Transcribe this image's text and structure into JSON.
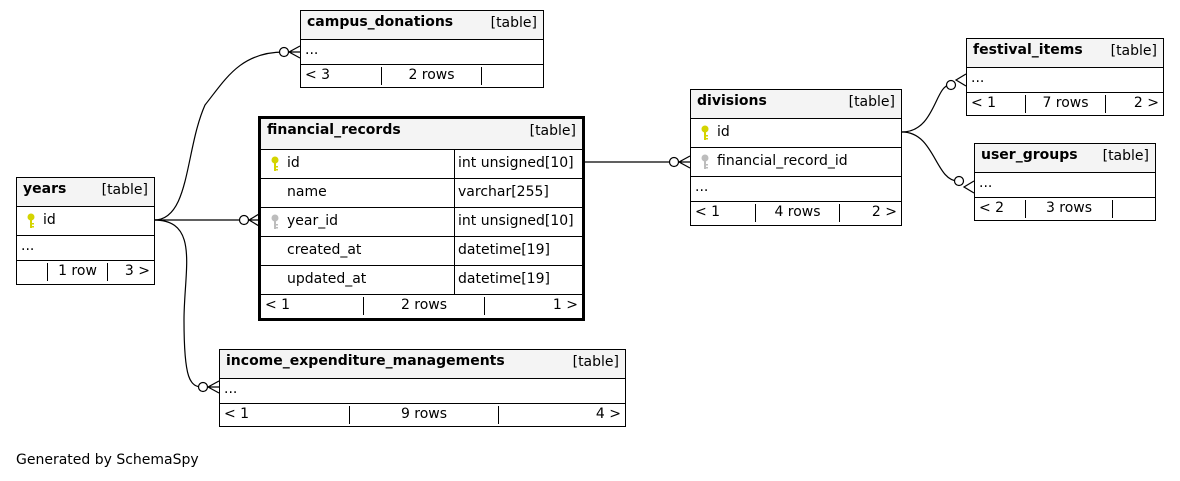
{
  "tables": {
    "years": {
      "name": "years",
      "type": "[table]",
      "columns": [
        {
          "name": "id",
          "key": "primary"
        }
      ],
      "ellipsis": "...",
      "footer": [
        "",
        "1 row",
        "3 >"
      ]
    },
    "financial_records": {
      "name": "financial_records",
      "type": "[table]",
      "columns": [
        {
          "name": "id",
          "datatype": "int unsigned[10]",
          "key": "primary"
        },
        {
          "name": "name",
          "datatype": "varchar[255]"
        },
        {
          "name": "year_id",
          "datatype": "int unsigned[10]",
          "key": "foreign"
        },
        {
          "name": "created_at",
          "datatype": "datetime[19]"
        },
        {
          "name": "updated_at",
          "datatype": "datetime[19]"
        }
      ],
      "footer": [
        "< 1",
        "2 rows",
        "1 >"
      ]
    },
    "campus_donations": {
      "name": "campus_donations",
      "type": "[table]",
      "ellipsis": "...",
      "footer": [
        "< 3",
        "2 rows",
        ""
      ]
    },
    "income_expenditure_managements": {
      "name": "income_expenditure_managements",
      "type": "[table]",
      "ellipsis": "...",
      "footer": [
        "< 1",
        "9 rows",
        "4 >"
      ]
    },
    "divisions": {
      "name": "divisions",
      "type": "[table]",
      "columns": [
        {
          "name": "id",
          "key": "primary"
        },
        {
          "name": "financial_record_id",
          "key": "foreign"
        }
      ],
      "ellipsis": "...",
      "footer": [
        "< 1",
        "4 rows",
        "2 >"
      ]
    },
    "festival_items": {
      "name": "festival_items",
      "type": "[table]",
      "ellipsis": "...",
      "footer": [
        "< 1",
        "7 rows",
        "2 >"
      ]
    },
    "user_groups": {
      "name": "user_groups",
      "type": "[table]",
      "ellipsis": "...",
      "footer": [
        "< 2",
        "3 rows",
        ""
      ]
    }
  },
  "colors": {
    "primary_key": "#d4d400",
    "foreign_key": "#bdbdbd",
    "header_bg": "#f4f4f4",
    "line": "#000000"
  },
  "credit": "Generated by SchemaSpy"
}
